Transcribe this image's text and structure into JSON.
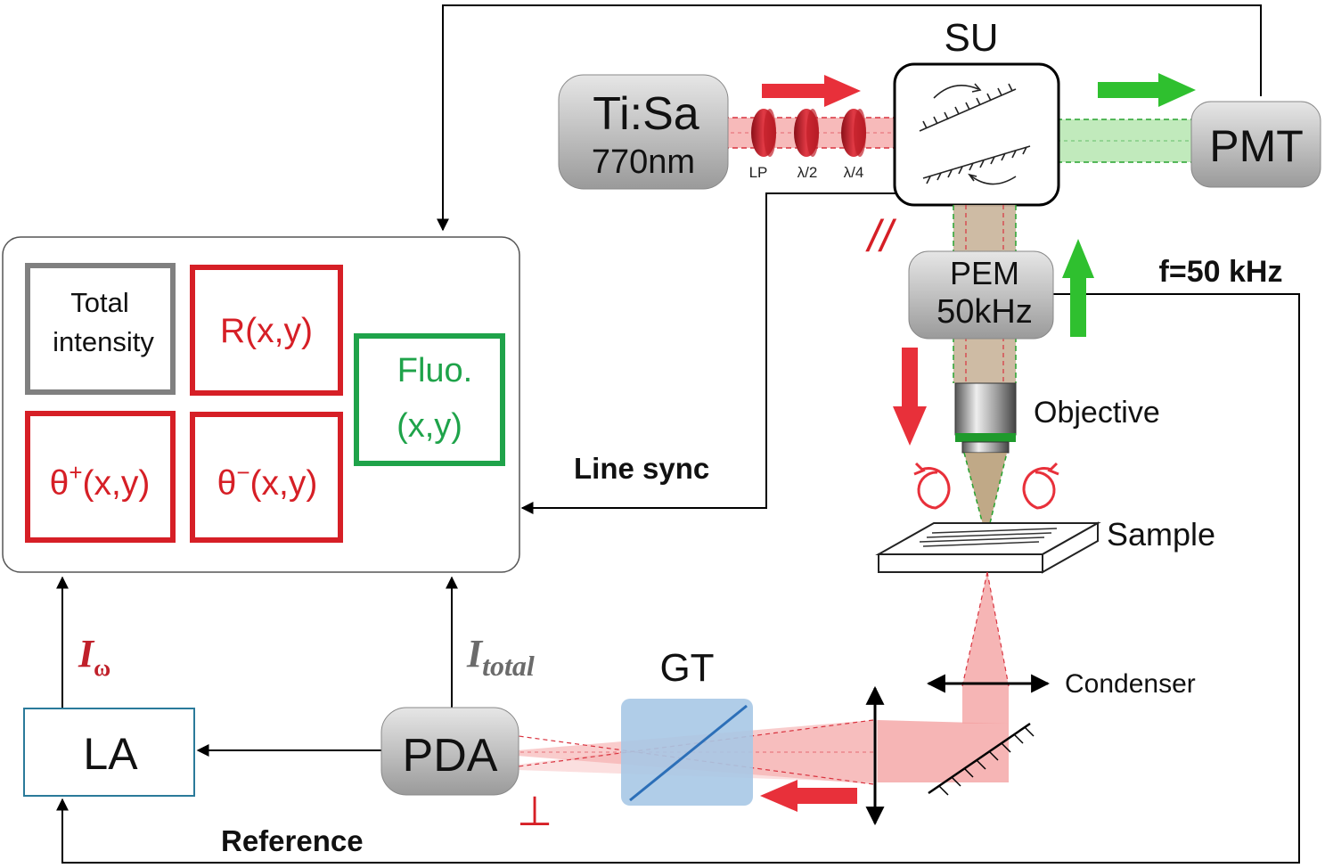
{
  "labels": {
    "su": "SU",
    "tisa_line1": "Ti:Sa",
    "tisa_line2": "770nm",
    "lp": "LP",
    "half_wave": "λ/2",
    "quarter_wave": "λ/4",
    "pmt": "PMT",
    "pem_line1": "PEM",
    "pem_line2": "50kHz",
    "f50": "f=50 kHz",
    "parallel": "//",
    "objective": "Objective",
    "sample": "Sample",
    "condenser": "Condenser",
    "gt": "GT",
    "pda": "PDA",
    "la": "LA",
    "perp": "⊥",
    "line_sync": "Line sync",
    "reference": "Reference",
    "i_omega_main": "I",
    "i_omega_sub": "ω",
    "i_total_main": "I",
    "i_total_sub": "total"
  },
  "images": {
    "total_line1": "Total",
    "total_line2": "intensity",
    "r": "R(x,y)",
    "fluo_line1": "Fluo.",
    "fluo_line2": "(x,y)",
    "theta_plus_base": "θ",
    "theta_plus_sup": "+",
    "theta_plus_rest": "(x,y)",
    "theta_minus_base": "θ",
    "theta_minus_sup": "−",
    "theta_minus_rest": "(x,y)"
  },
  "colors": {
    "red_box": "#d61f26",
    "green_box": "#1fa34a",
    "gray_box": "#808080",
    "beam_red": "#f4a3a3",
    "beam_green": "#b6e6b0",
    "arrow_red": "#e8303a",
    "arrow_green": "#2fc02f",
    "la_border": "#2a7a9a"
  }
}
